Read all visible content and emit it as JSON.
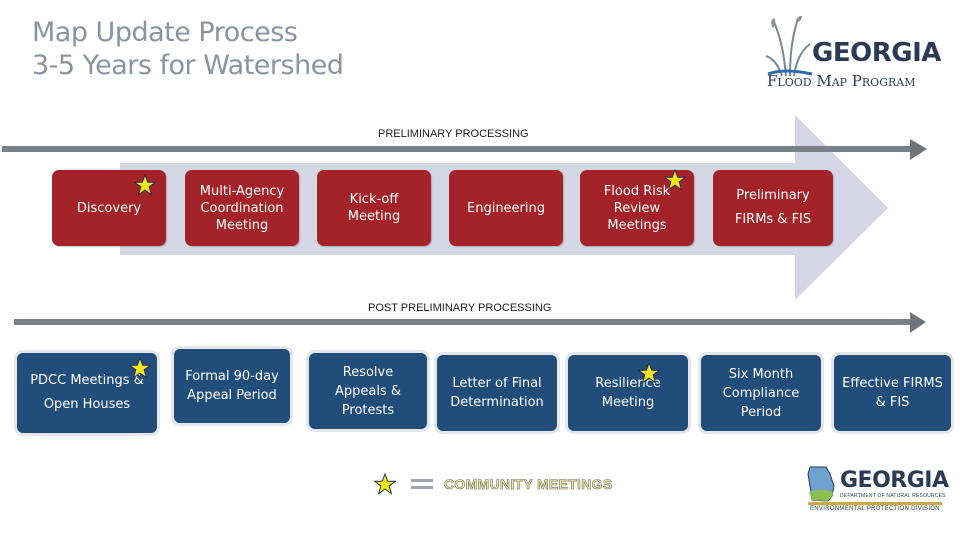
{
  "title": {
    "line1": "Map Update Process",
    "line2": "3-5 Years for Watershed"
  },
  "logos": {
    "flood_map": {
      "line1": "GEORGIA",
      "line2": "Flood Map Program"
    },
    "dnr": {
      "line1": "GEORGIA",
      "line2": "DEPARTMENT OF NATURAL RESOURCES",
      "line3": "ENVIRONMENTAL PROTECTION DIVISION"
    }
  },
  "preliminary": {
    "label": "PRELIMINARY PROCESSING",
    "steps": [
      {
        "label": "Discovery",
        "star": true
      },
      {
        "label": "Multi-Agency Coordination Meeting",
        "star": false
      },
      {
        "label": "Kick-off Meeting",
        "star": false
      },
      {
        "label": "Engineering",
        "star": false
      },
      {
        "label": "Flood Risk Review Meetings",
        "star": true
      },
      {
        "label": "Preliminary FIRMs & FIS",
        "star": false
      }
    ]
  },
  "post_preliminary": {
    "label": "POST PRELIMINARY PROCESSING",
    "steps": [
      {
        "label": "PDCC Meetings & Open Houses",
        "star": true
      },
      {
        "label": "Formal 90-day Appeal Period",
        "star": false
      },
      {
        "label": "Resolve Appeals & Protests",
        "star": false
      },
      {
        "label": "Letter of Final Determination",
        "star": false
      },
      {
        "label": "Resilience Meeting",
        "star": true
      },
      {
        "label": "Six Month Compliance Period",
        "star": false
      },
      {
        "label": "Effective FIRMS & FIS",
        "star": false
      }
    ]
  },
  "legend": {
    "label": "COMMUNITY MEETINGS"
  },
  "colors": {
    "preliminary_box": "#a32329",
    "post_box": "#214d7b",
    "star": "#f5e61a",
    "arrow_band": "#d4d6e6",
    "timeline": "#7a8088"
  }
}
